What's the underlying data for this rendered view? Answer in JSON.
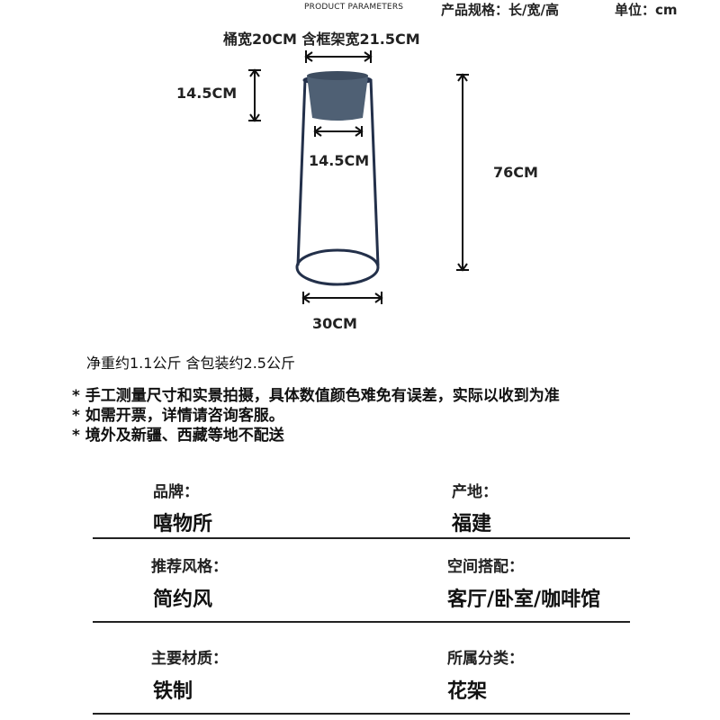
{
  "header": {
    "params_en": "PRODUCT PARAMETERS",
    "spec_label": "产品规格：长/宽/高",
    "unit_label": "单位：cm"
  },
  "dimensions": {
    "bucket_width": "桶宽20CM 含框架宽21.5CM",
    "pot_height": "14.5CM",
    "pot_bottom": "14.5CM",
    "total_height": "76CM",
    "base_width": "30CM"
  },
  "weight": "净重约1.1公斤 含包装约2.5公斤",
  "notes": [
    "* 手工测量尺寸和实景拍摄，具体数值颜色难免有误差，实际以收到为准",
    "* 如需开票，详情请咨询客服。",
    "* 境外及新疆、西藏等地不配送"
  ],
  "specs": [
    {
      "label": "品牌：",
      "value": "嘻物所"
    },
    {
      "label": "产地：",
      "value": "福建"
    },
    {
      "label": "推荐风格：",
      "value": "简约风"
    },
    {
      "label": "空间搭配：",
      "value": "客厅/卧室/咖啡馆"
    },
    {
      "label": "主要材质：",
      "value": "铁制"
    },
    {
      "label": "所属分类：",
      "value": "花架"
    }
  ],
  "colors": {
    "pot": "#4f6074",
    "frame": "#23304a",
    "arrow": "#111111"
  }
}
